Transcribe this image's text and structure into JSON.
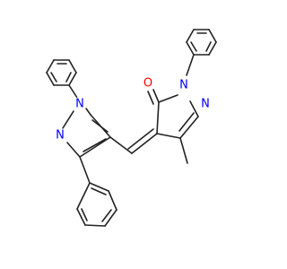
{
  "molecule": {
    "atoms": [
      {
        "id": "O1",
        "symbol": "O",
        "color": "#ff0000"
      },
      {
        "id": "N1",
        "symbol": "N",
        "color": "#0000ff"
      },
      {
        "id": "N2",
        "symbol": "N",
        "color": "#0000ff"
      },
      {
        "id": "N3",
        "symbol": "N",
        "color": "#0000ff"
      },
      {
        "id": "N4",
        "symbol": "N",
        "color": "#0000ff"
      }
    ],
    "bond_color": "#222222",
    "background": "#ffffff"
  }
}
